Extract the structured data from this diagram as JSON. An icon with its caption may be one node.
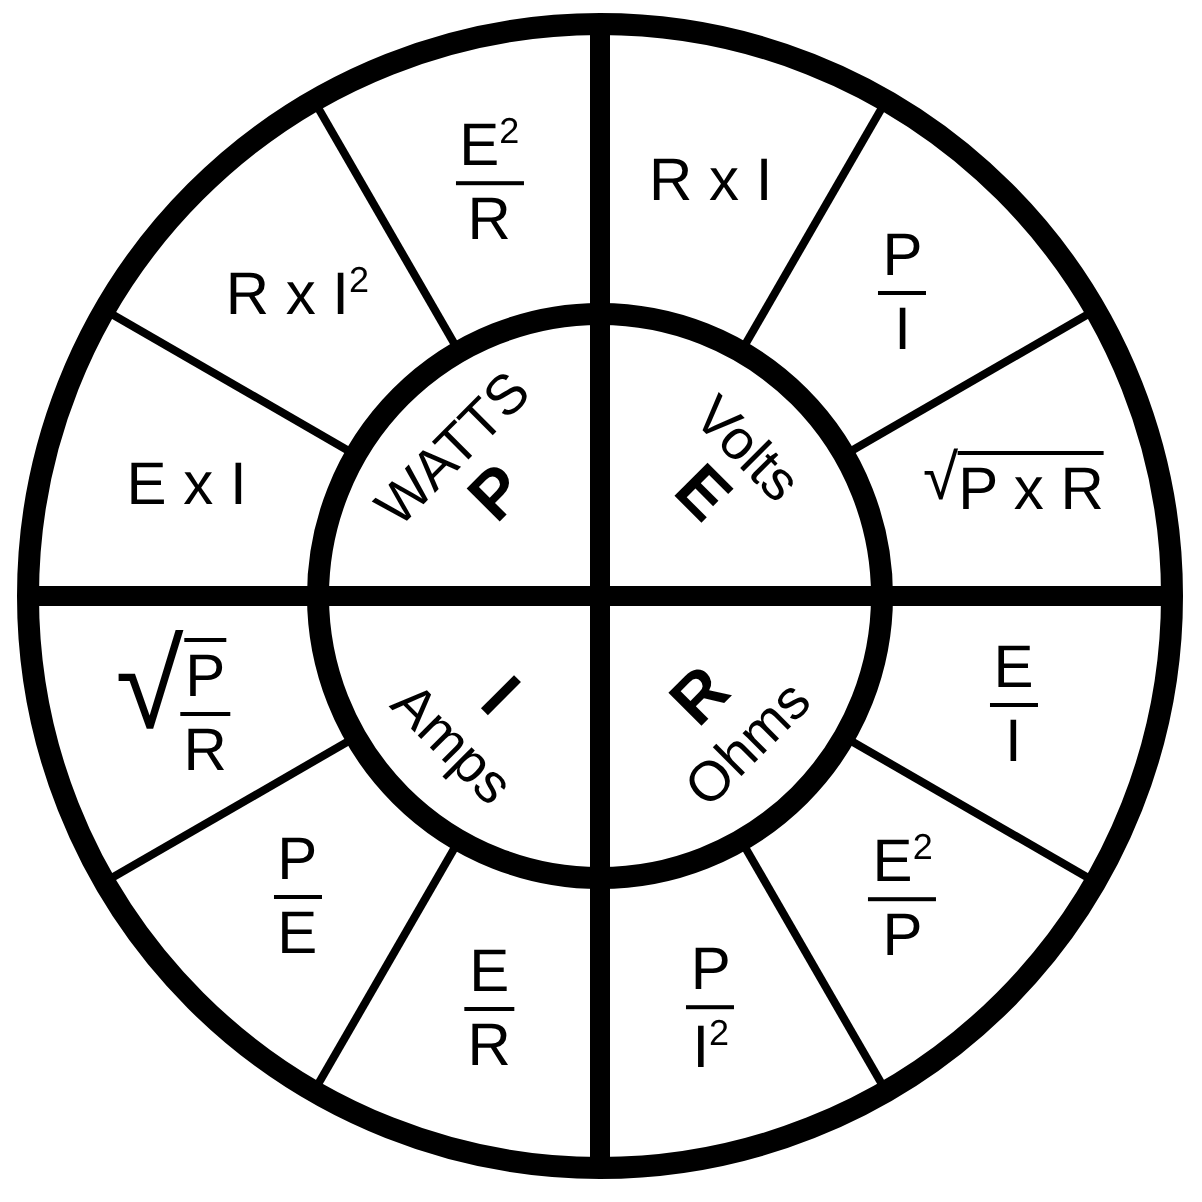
{
  "diagram": {
    "nodes": [
      {
        "text": [
          "WATTS",
          "P"
        ]
      },
      {
        "text": [
          "E$^{2}$",
          "R"
        ]
      },
      {
        "text": [
          "R x I$^{2}$"
        ]
      },
      {
        "text": [
          "E x I"
        ]
      },
      {
        "text": [
          "Volts",
          "E"
        ]
      },
      {
        "text": [
          "R x I"
        ]
      },
      {
        "text": [
          "P",
          "I"
        ]
      },
      {
        "text": [
          "√",
          "P x R"
        ]
      },
      {
        "text": [
          "I",
          "Amps"
        ]
      },
      {
        "text": [
          "√",
          "P",
          "R"
        ]
      },
      {
        "text": [
          "P",
          "E"
        ]
      },
      {
        "text": [
          "E",
          "R"
        ]
      },
      {
        "text": [
          "R",
          "Ohms"
        ]
      },
      {
        "text": [
          "E",
          "I"
        ]
      },
      {
        "text": [
          "E$^{2}$",
          "P"
        ]
      },
      {
        "text": [
          "P",
          "I$^{2}$"
        ]
      }
    ]
  }
}
